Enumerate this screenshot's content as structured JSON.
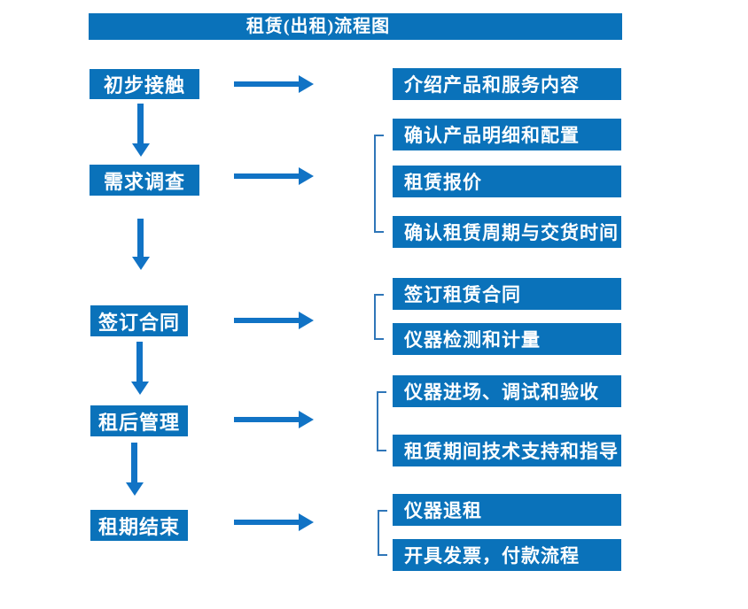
{
  "title": "租赁(出租)流程图",
  "colors": {
    "box": "#0a72ba",
    "arrow": "#1173c5",
    "bracket": "#2f76b8",
    "text": "#ffffff"
  },
  "steps": [
    {
      "label": "初步接触",
      "details": [
        "介绍产品和服务内容"
      ]
    },
    {
      "label": "需求调查",
      "details": [
        "确认产品明细和配置",
        "租赁报价",
        "确认租赁周期与交货时间"
      ]
    },
    {
      "label": "签订合同",
      "details": [
        "签订租赁合同",
        "仪器检测和计量"
      ]
    },
    {
      "label": "租后管理",
      "details": [
        "仪器进场、调试和验收",
        "租赁期间技术支持和指导"
      ]
    },
    {
      "label": "租期结束",
      "details": [
        "仪器退租",
        "开具发票，付款流程"
      ]
    }
  ]
}
